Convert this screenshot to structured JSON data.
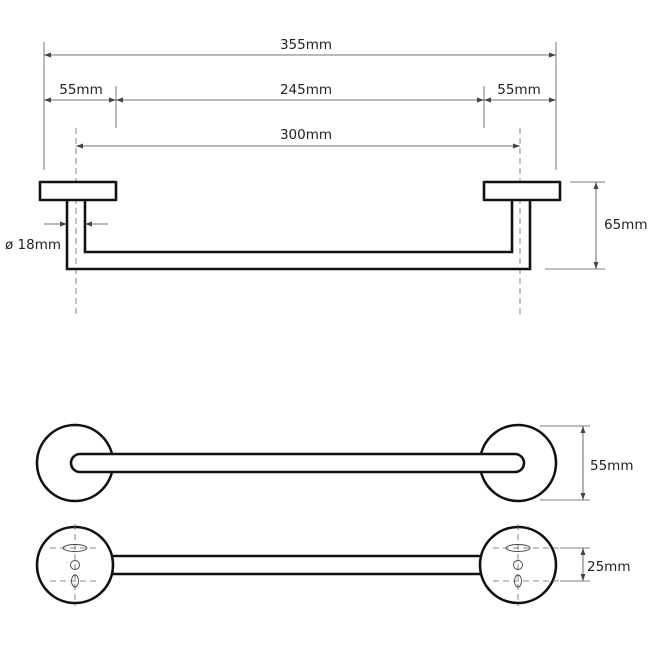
{
  "dimensions": {
    "overall_length": "355mm",
    "left_base": "55mm",
    "bar_span": "245mm",
    "right_base": "55mm",
    "center_distance": "300mm",
    "tube_diameter": "ø 18mm",
    "projection": "65mm",
    "base_diameter": "55mm",
    "mount_spacing": "25mm"
  }
}
